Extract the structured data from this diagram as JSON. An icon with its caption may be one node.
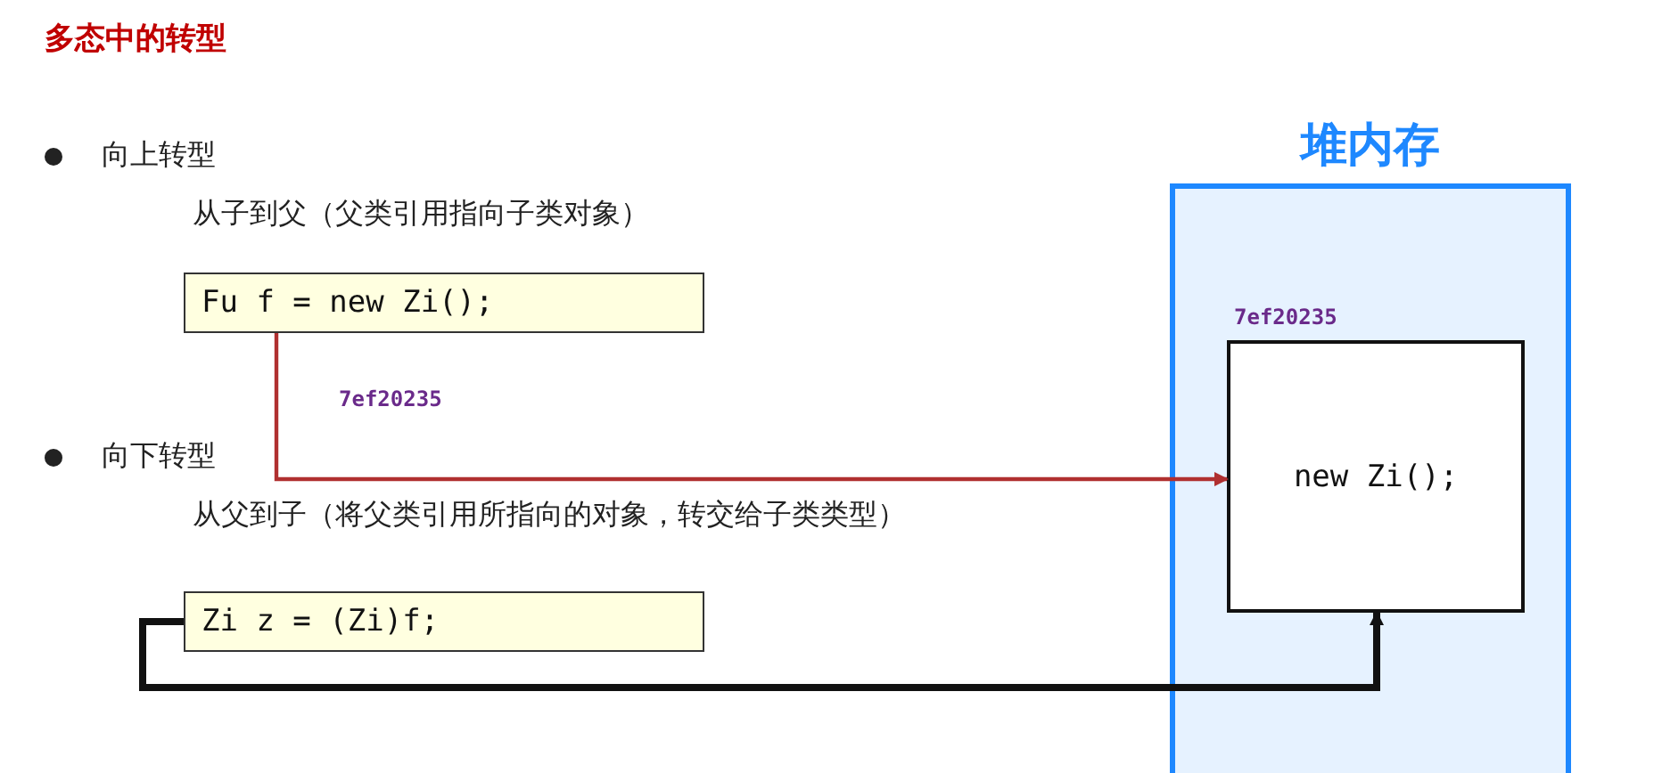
{
  "diagram": {
    "title": "多态中的转型",
    "nodes": [
      {
        "text": [
          "堆内存"
        ]
      },
      {
        "text": [
          "new Zi();"
        ],
        "beside": [
          "7ef20235"
        ],
        "in": 0
      },
      {
        "text": [
          "Fu f = new Zi();"
        ]
      },
      {
        "text": [
          "Zi z = (Zi)f;"
        ]
      }
    ],
    "edges": [
      {
        "from": 2,
        "to": 1,
        "arrow": "to",
        "label": "7ef20235",
        "color": "#b03030"
      },
      {
        "from": 3,
        "to": 1,
        "arrow": "to",
        "style": "thick",
        "color": "#111111"
      }
    ],
    "labels": [
      "向上转型",
      "从子到父（父类引用指向子类对象）",
      "向下转型",
      "从父到子（将父类引用所指向的对象，转交给子类类型）"
    ]
  }
}
